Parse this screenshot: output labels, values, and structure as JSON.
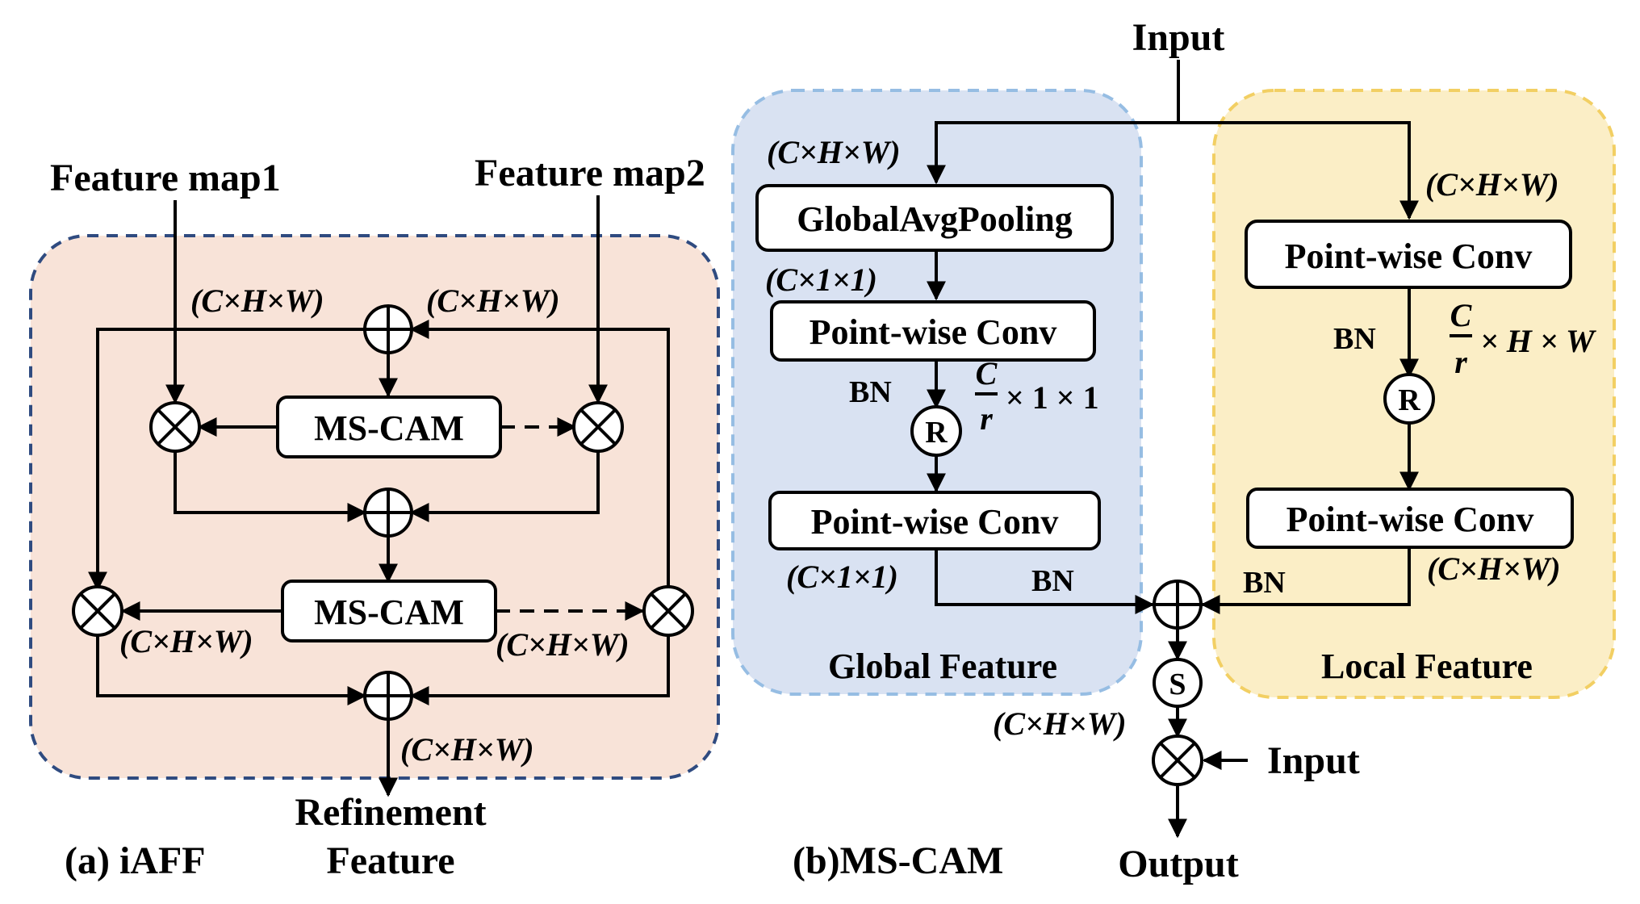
{
  "colors": {
    "iaff_fill": "#f8e3d8",
    "iaff_border": "#2f4b80",
    "global_fill": "#d9e2f2",
    "global_border": "#96bde3",
    "local_fill": "#fbeec6",
    "local_border": "#f2cf63"
  },
  "iaff": {
    "feature_map1": "Feature map1",
    "feature_map2": "Feature map2",
    "mscam1": "MS-CAM",
    "mscam2": "MS-CAM",
    "dim": "(C×H×W)",
    "output_line1": "Refinement",
    "output_line2": "Feature",
    "caption": "(a) iAFF"
  },
  "mscam": {
    "input_top": "Input",
    "dim_chw": "(C×H×W)",
    "dim_c11": "(C×1×1)",
    "gap": "GlobalAvgPooling",
    "pwconv": "Point-wise Conv",
    "bn": "BN",
    "r_node": "R",
    "s_node": "S",
    "frac_num": "C",
    "frac_den": "r",
    "global_suffix": "× 1 × 1",
    "local_suffix": "× H × W",
    "global_label": "Global Feature",
    "local_label": "Local Feature",
    "input_side": "Input",
    "output": "Output",
    "caption": "(b)MS-CAM"
  }
}
